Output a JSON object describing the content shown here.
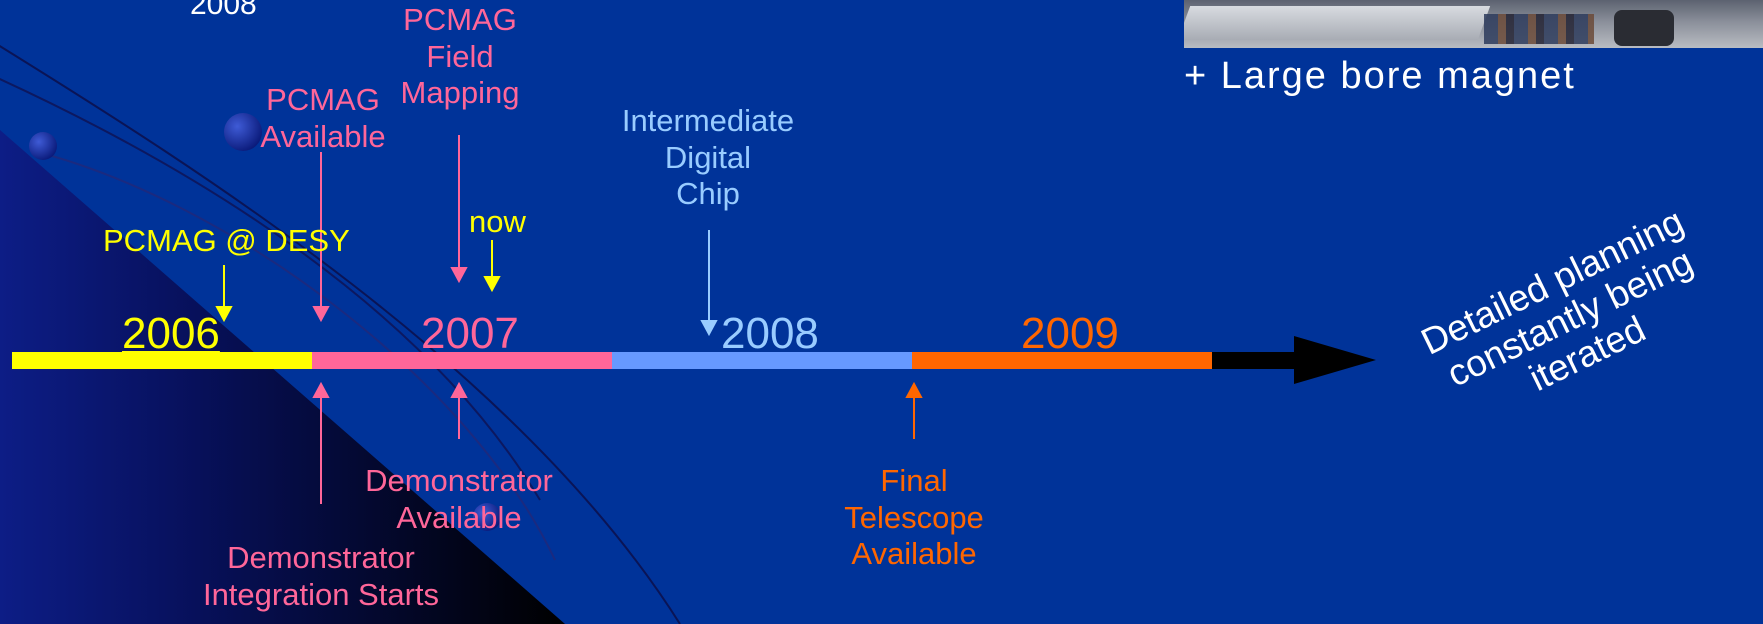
{
  "slide": {
    "top_partial_year": "2008",
    "caption": "+ Large bore magnet",
    "note_lines": [
      "Detailed planning",
      "constantly being",
      "iterated"
    ]
  },
  "timeline": {
    "segments": [
      {
        "year": "2006",
        "color": "#ffff00"
      },
      {
        "year": "2007",
        "color": "#ff6699"
      },
      {
        "year": "2008",
        "color": "#6699ff"
      },
      {
        "year": "2009",
        "color": "#ff6600"
      }
    ],
    "arrow_color": "#000000"
  },
  "milestones_above": [
    {
      "text": "PCMAG @ DESY",
      "color": "#ffff00"
    },
    {
      "lines": [
        "PCMAG",
        "Available"
      ],
      "color": "#ff6699"
    },
    {
      "lines": [
        "PCMAG",
        "Field",
        "Mapping"
      ],
      "color": "#ff6699"
    },
    {
      "text": "now",
      "color": "#ffff00"
    },
    {
      "lines": [
        "Intermediate",
        "Digital",
        "Chip"
      ],
      "color": "#99ccff"
    }
  ],
  "milestones_below": [
    {
      "lines": [
        "Demonstrator",
        "Integration Starts"
      ],
      "color": "#ff6699"
    },
    {
      "lines": [
        "Demonstrator",
        "Available"
      ],
      "color": "#ff6699"
    },
    {
      "lines": [
        "Final",
        "Telescope",
        "Available"
      ],
      "color": "#ff6600"
    }
  ]
}
